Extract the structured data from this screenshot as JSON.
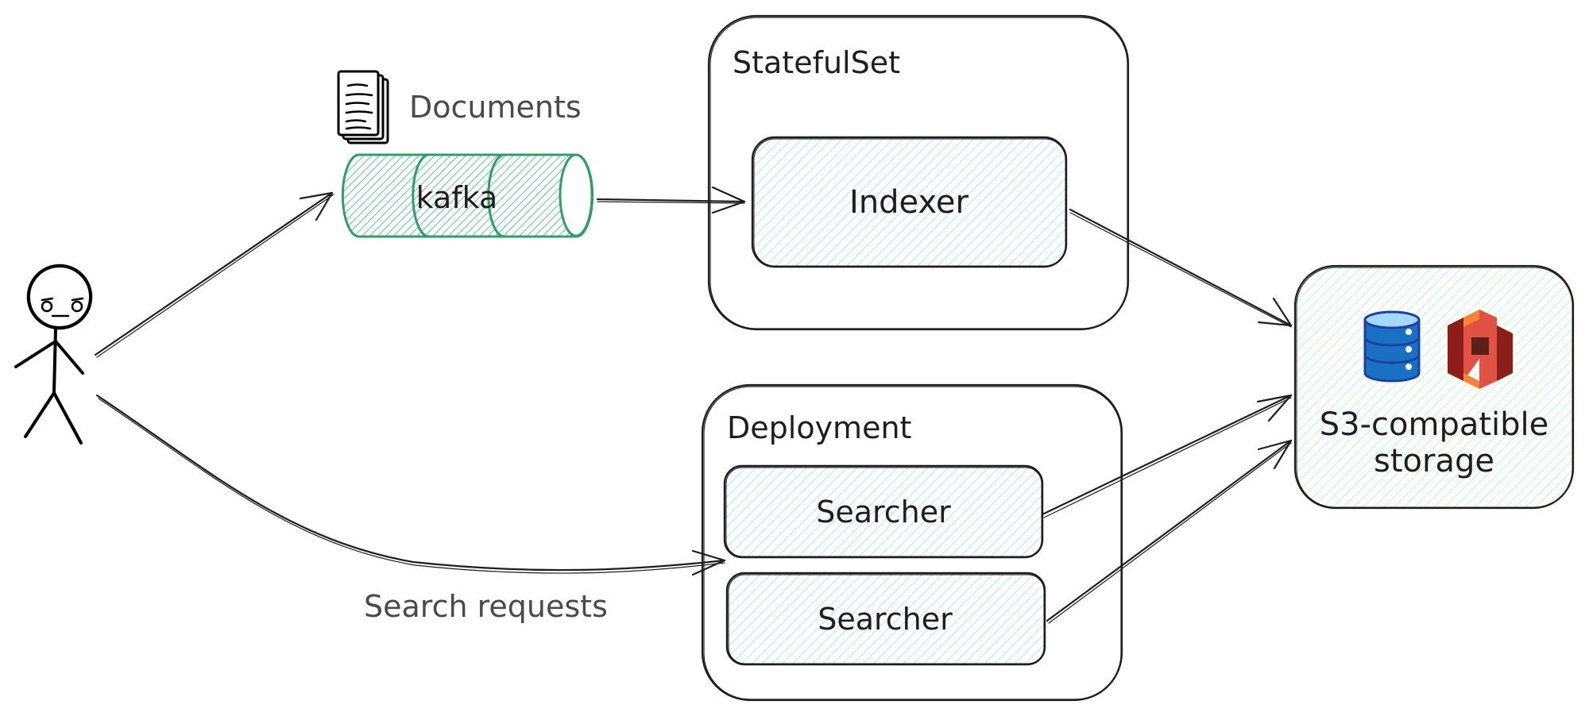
{
  "diagram": {
    "user": {
      "icon": "stick-figure-icon"
    },
    "documents": {
      "label": "Documents",
      "icon": "documents-icon"
    },
    "queue": {
      "label": "kafka",
      "color": "#2f9e6b"
    },
    "statefulset": {
      "title": "StatefulSet",
      "indexer": {
        "label": "Indexer"
      }
    },
    "deployment": {
      "title": "Deployment",
      "searchers": [
        {
          "label": "Searcher"
        },
        {
          "label": "Searcher"
        }
      ]
    },
    "storage": {
      "label_line1": "S3-compatible",
      "label_line2": "storage",
      "icons": [
        "database-icon",
        "aws-s3-icon"
      ],
      "fill_color": "#b2f2bb"
    },
    "search_requests": {
      "label": "Search requests"
    },
    "colors": {
      "component_fill": "#a5d8ff",
      "stroke": "#1e1e1e",
      "database_blue": "#1971c2",
      "s3_red": "#c92a2a"
    }
  }
}
